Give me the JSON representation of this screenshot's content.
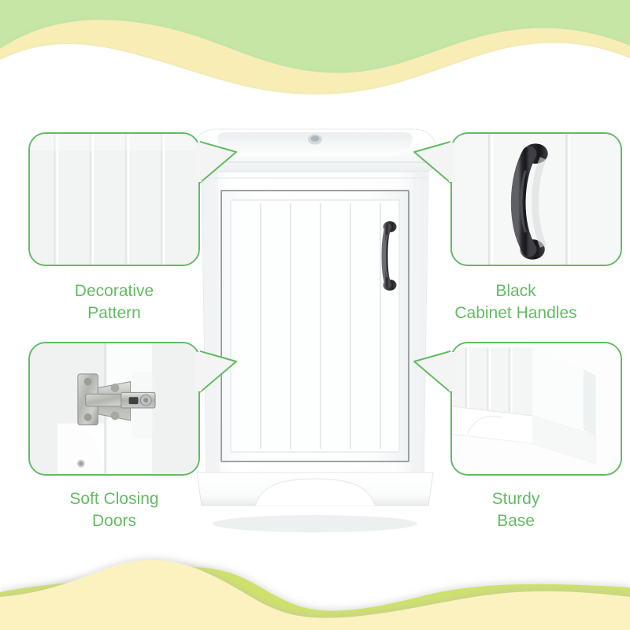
{
  "poster": {
    "subject": "bathroom-vanity-cabinet",
    "background_color": "#ffffff",
    "accent_green": "#62bb63",
    "label_text_color": "#64bb64"
  },
  "decor": {
    "top_wave": {
      "name": "top-wave-banner",
      "green": "#c5e6a5",
      "yellow": "#f8eeb5",
      "white": "#ffffff"
    },
    "bottom_wave": {
      "name": "bottom-wave-banner",
      "green": "#cfe16c",
      "yellow": "#fbf2c0",
      "white": "#ffffff"
    }
  },
  "product": {
    "name": "single-sink-bathroom-vanity",
    "sink": "integrated-white-ceramic-sink-top",
    "door": "beadboard-panel-door",
    "handle": "black-bar-pull-handle",
    "base": "arched-toe-kick-base",
    "body_color": "#ffffff",
    "shadow_color": "#e3e6e8",
    "handle_color": "#3b3b3e"
  },
  "callouts": [
    {
      "id": "decorative-pattern",
      "position": "top-left",
      "label": "Decorative\nPattern",
      "icon": "beadboard-panel-closeup",
      "pointer": "right"
    },
    {
      "id": "black-cabinet-handles",
      "position": "top-right",
      "label": "Black\nCabinet Handles",
      "icon": "black-handle-closeup",
      "pointer": "left"
    },
    {
      "id": "soft-closing-doors",
      "position": "bottom-left",
      "label": "Soft Closing\nDoors",
      "icon": "soft-close-hinge-closeup",
      "pointer": "right"
    },
    {
      "id": "sturdy-base",
      "position": "bottom-right",
      "label": "Sturdy\nBase",
      "icon": "cabinet-base-closeup",
      "pointer": "left"
    }
  ]
}
